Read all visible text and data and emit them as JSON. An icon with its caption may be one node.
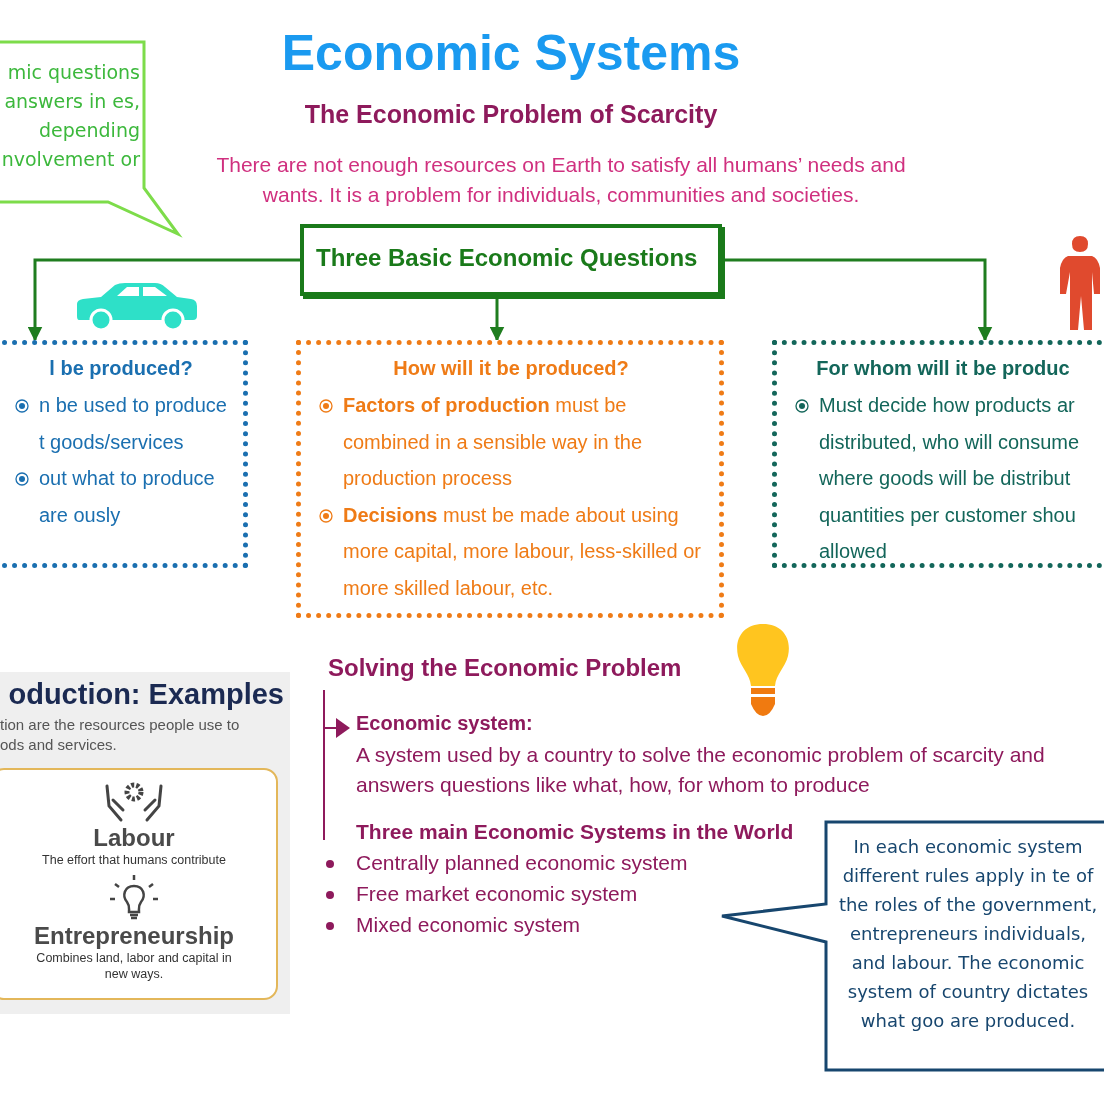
{
  "diagram": {
    "title": "Economic Systems",
    "nodes": [
      {
        "text": [
          "mic questions answers in es, depending nvolvement or"
        ]
      },
      {
        "text": [
          "Three Basic Economic Questions"
        ]
      },
      {
        "text": [
          "l be produced?",
          "n be used to produce t goods/services",
          "out what to produce are ously"
        ]
      },
      {
        "text": [
          "How will it be produced?",
          "**Factors of production** must be combined in a sensible way in the production process",
          "**Decisions** must be made about using more capital, more labour, less-skilled or more skilled labour, etc."
        ]
      },
      {
        "text": [
          "For whom will it be produc",
          "Must decide how products ar distributed, who will consume where goods will be distribut quantities per customer shou allowed"
        ]
      },
      {
        "text": [
          "In each economic system different rules apply in te of the roles of the government, entrepreneurs individuals, and labour. The economic system of country dictates what goo are produced."
        ]
      },
      {
        "text": [
          "oduction: Examples",
          "tion are the resources people use to ods and services."
        ]
      },
      {
        "text": [
          "Labour",
          "The effort that humans contribute",
          "Entrepreneurship",
          "Combines land, labor and capital in new ways."
        ],
        "in": 6
      }
    ],
    "edges": [
      {
        "from": 1,
        "to": 2,
        "arrow": "to"
      },
      {
        "from": 1,
        "to": 3,
        "arrow": "to"
      },
      {
        "from": 1,
        "to": 4,
        "arrow": "to"
      }
    ],
    "labels": [
      "The Economic Problem of Scarcity",
      "There are not enough resources on Earth to satisfy all humans’ needs and wants. It is a problem for individuals, communities and societies.",
      "Solving the Economic Problem",
      "Economic system:",
      "A system used by a country to solve the economic problem of scarcity and answers questions like what, how, for whom to produce",
      "Three main Economic Systems in the World",
      "Centrally planned economic system",
      "Free market economic system",
      "Mixed economic system"
    ]
  }
}
